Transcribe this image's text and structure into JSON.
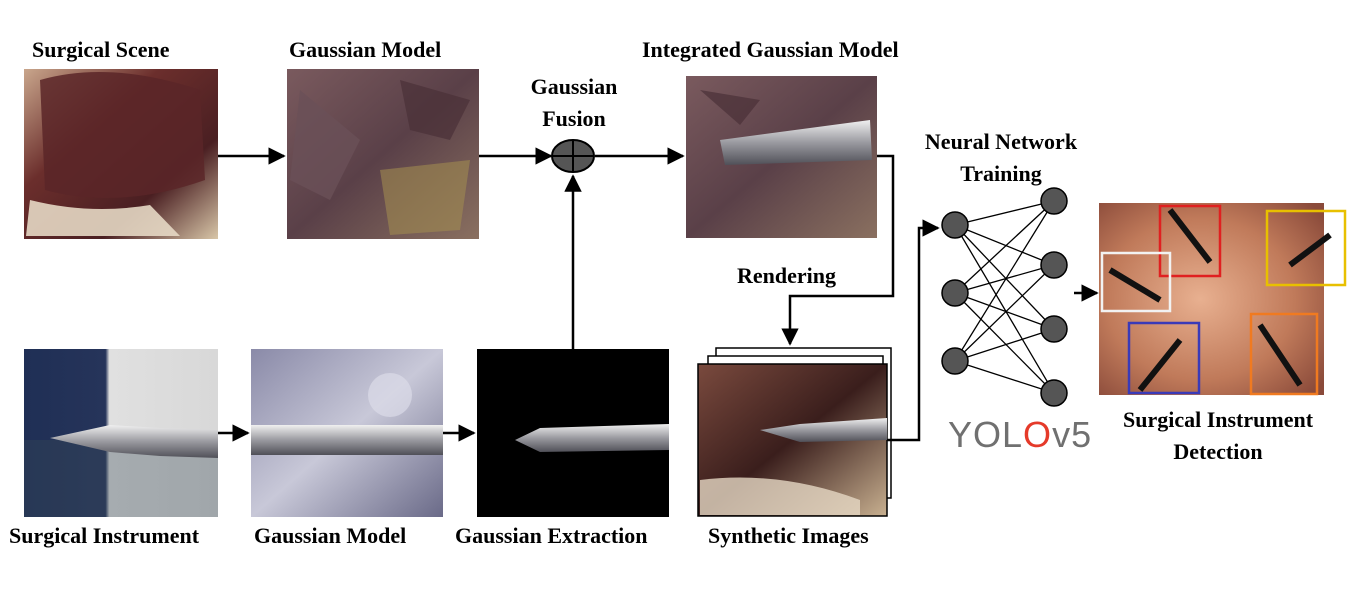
{
  "labels": {
    "surgical_scene": "Surgical Scene",
    "gaussian_model_top": "Gaussian Model",
    "gaussian_fusion": "Gaussian\nFusion",
    "integrated_model": "Integrated Gaussian Model",
    "neural_network_training": "Neural Network\nTraining",
    "rendering": "Rendering",
    "surgical_instrument": "Surgical Instrument",
    "gaussian_model_bottom": "Gaussian Model",
    "gaussian_extraction": "Gaussian Extraction",
    "synthetic_images": "Synthetic Images",
    "surgical_instrument_detection": "Surgical Instrument\nDetection"
  },
  "yolo_logo": {
    "prefix": "YOL",
    "ring": "O",
    "suffix": "v5"
  },
  "neural_network": {
    "input_nodes": 3,
    "output_nodes": 4
  },
  "detection_boxes": [
    {
      "color": "#e02020",
      "label": "?"
    },
    {
      "color": "#f2f2f2",
      "label": "?"
    },
    {
      "color": "#e8c000",
      "label": "?"
    },
    {
      "color": "#3a3ab8",
      "label": "?"
    },
    {
      "color": "#f07a20",
      "label": "?"
    }
  ],
  "colors": {
    "arrow": "#000000",
    "node_fill": "#555555",
    "fusion_fill": "#555555"
  }
}
